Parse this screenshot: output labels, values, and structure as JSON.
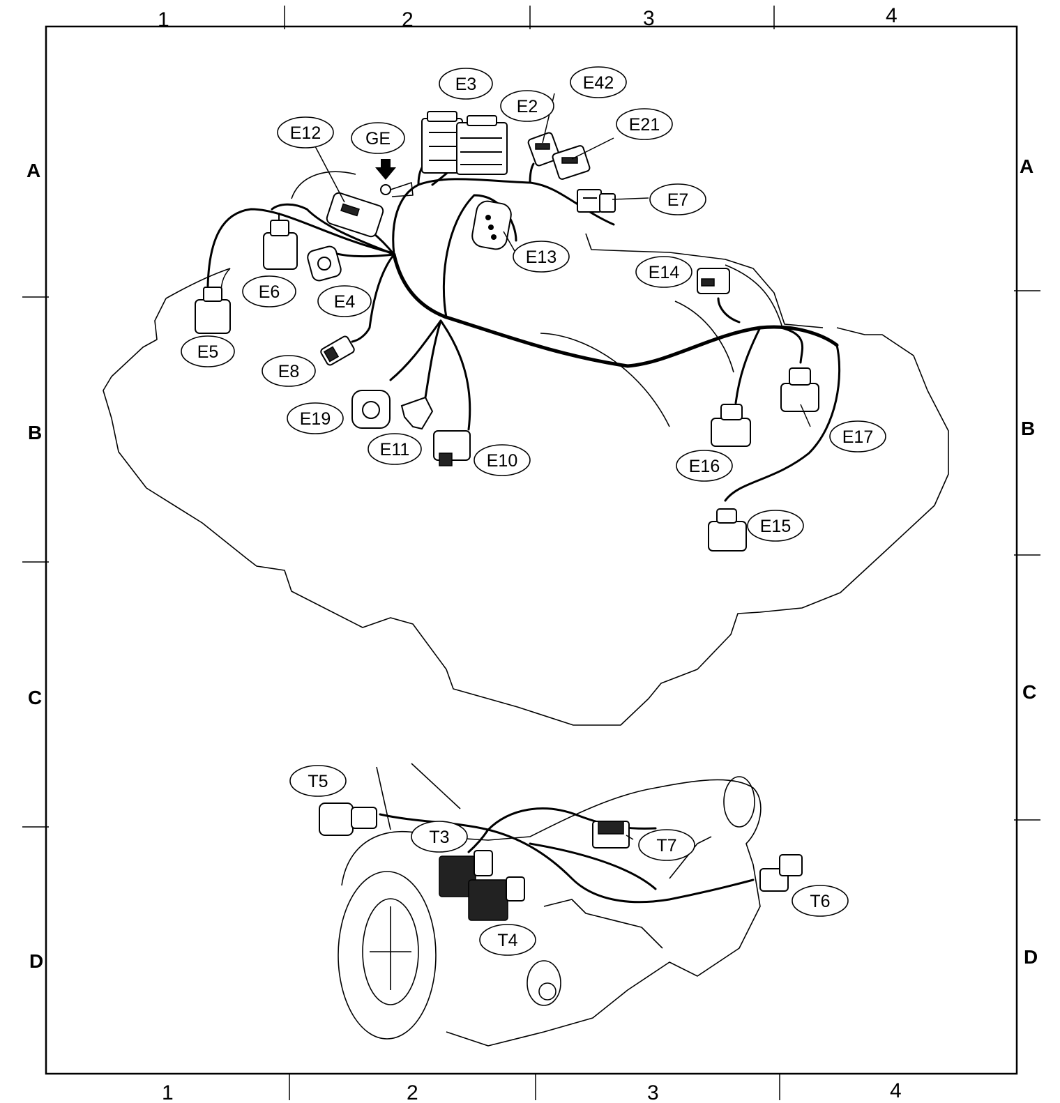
{
  "grid": {
    "columns": [
      "1",
      "2",
      "3",
      "4"
    ],
    "rows": [
      "A",
      "B",
      "C",
      "D"
    ]
  },
  "callouts": {
    "E3": "E3",
    "E2": "E2",
    "E42": "E42",
    "E21": "E21",
    "E12": "E12",
    "GE": "GE",
    "E7": "E7",
    "E13": "E13",
    "E14": "E14",
    "E6": "E6",
    "E4": "E4",
    "E5": "E5",
    "E8": "E8",
    "E19": "E19",
    "E11": "E11",
    "E10": "E10",
    "E16": "E16",
    "E17": "E17",
    "E15": "E15",
    "T5": "T5",
    "T3": "T3",
    "T7": "T7",
    "T4": "T4",
    "T6": "T6"
  }
}
